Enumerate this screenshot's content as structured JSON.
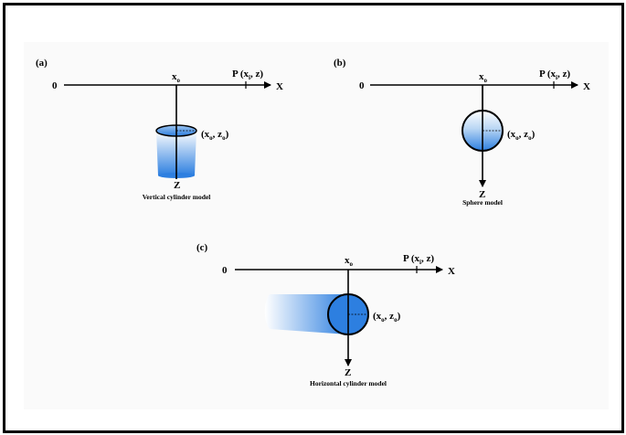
{
  "panels": [
    {
      "letter": "(a)",
      "origin": "0",
      "x_axis": "X",
      "z_axis": "Z",
      "xo_base": "x",
      "xo_sub": "o",
      "point": {
        "p1": "P (x",
        "sub": "i",
        "p2": ", z)"
      },
      "center": {
        "a": "(x",
        "s1": "o",
        "b": ", z",
        "s2": "o",
        "c": ")"
      },
      "caption": "Vertical cylinder model"
    },
    {
      "letter": "(b)",
      "origin": "0",
      "x_axis": "X",
      "z_axis": "Z",
      "xo_base": "x",
      "xo_sub": "o",
      "point": {
        "p1": "P (x",
        "sub": "i",
        "p2": ", z)"
      },
      "center": {
        "a": "(x",
        "s1": "o",
        "b": ", z",
        "s2": "o",
        "c": ")"
      },
      "caption": "Sphere model"
    },
    {
      "letter": "(c)",
      "origin": "0",
      "x_axis": "X",
      "z_axis": "Z",
      "xo_base": "x",
      "xo_sub": "o",
      "point": {
        "p1": "P (x",
        "sub": "i",
        "p2": ", z)"
      },
      "center": {
        "a": "(x",
        "s1": "o",
        "b": ", z",
        "s2": "o",
        "c": ")"
      },
      "caption": "Horizontal cylinder model"
    }
  ],
  "colors": {
    "body_blue": "#2d7fe0",
    "light_blue": "#ffffff",
    "line": "#000000"
  }
}
